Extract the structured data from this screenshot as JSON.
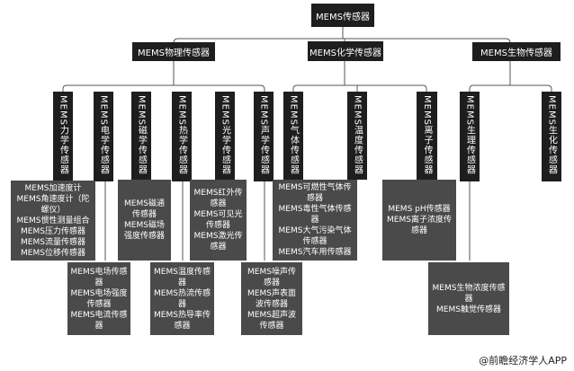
{
  "root": "MEMS传感器",
  "level2": [
    "MEMS物理传感器",
    "MEMS化学传感器",
    "MEMS生物传感器"
  ],
  "level3": [
    "MEMS力学传感器",
    "MEMS电学传感器",
    "MEMS磁学传感器",
    "MEMS热学传感器",
    "MEMS光学传感器",
    "MEMS声学传感器",
    "MEMS气体传感器",
    "MEMS温度传感器",
    "MEMS离子传感器",
    "MEMS生理传感器",
    "MEMS生化传感器"
  ],
  "leaves": {
    "mechanical": [
      "MEMS加速度计",
      "MEMS角速度计（陀螺仪）",
      "MEMS惯性测量组合",
      "MEMS压力传感器",
      "MEMS流量传感器",
      "MEMS位移传感器"
    ],
    "electrical": [
      "MEMS电场传感器",
      "MEMS电场强度传感器",
      "MEMS电流传感器"
    ],
    "magnetic": [
      "MEMS磁通传感器",
      "MEMS磁场强度传感器"
    ],
    "thermal": [
      "MEMS温度传感器",
      "MEMS热流传感器",
      "MEMS热导率传感器"
    ],
    "optical": [
      "MEMS红外传感器",
      "MEMS可见光传感器",
      "MEMS激光传感器"
    ],
    "acoustic": [
      "MEMS噪声传感器",
      "MEMS声表面波传感器",
      "MEMS超声波传感器"
    ],
    "gas": [
      "MEMS可燃性气体传感器",
      "MEMS毒性气体传感器",
      "MEMS大气污染气体传感器",
      "MEMS汽车用传感器"
    ],
    "ion": [
      "MEMS pH传感器",
      "MEMS离子浓度传感器"
    ],
    "bio": [
      "MEMS生物浓度传感器",
      "MEMS触觉传感器"
    ]
  },
  "footer": "@前瞻经济学人APP"
}
